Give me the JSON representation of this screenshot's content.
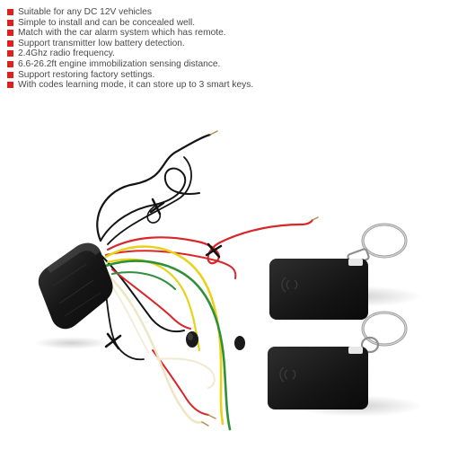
{
  "features": [
    "Suitable for any DC 12V vehicles",
    "Simple to install and can be concealed well.",
    "Match with the car alarm system which has remote.",
    "Support transmitter low battery detection.",
    "2.4Ghz radio frequency.",
    "6.6-26.2ft engine immobilization sensing distance.",
    "Support restoring factory settings.",
    "With codes learning mode, it can store up to 3 smart keys."
  ],
  "colors": {
    "bullet": "#e0201b",
    "text": "#4a4a4a",
    "module": "#1c1c1c",
    "wire_red": "#d9262a",
    "wire_yellow": "#e8d21a",
    "wire_green": "#2f8f3a",
    "wire_white": "#f3eeda"
  }
}
